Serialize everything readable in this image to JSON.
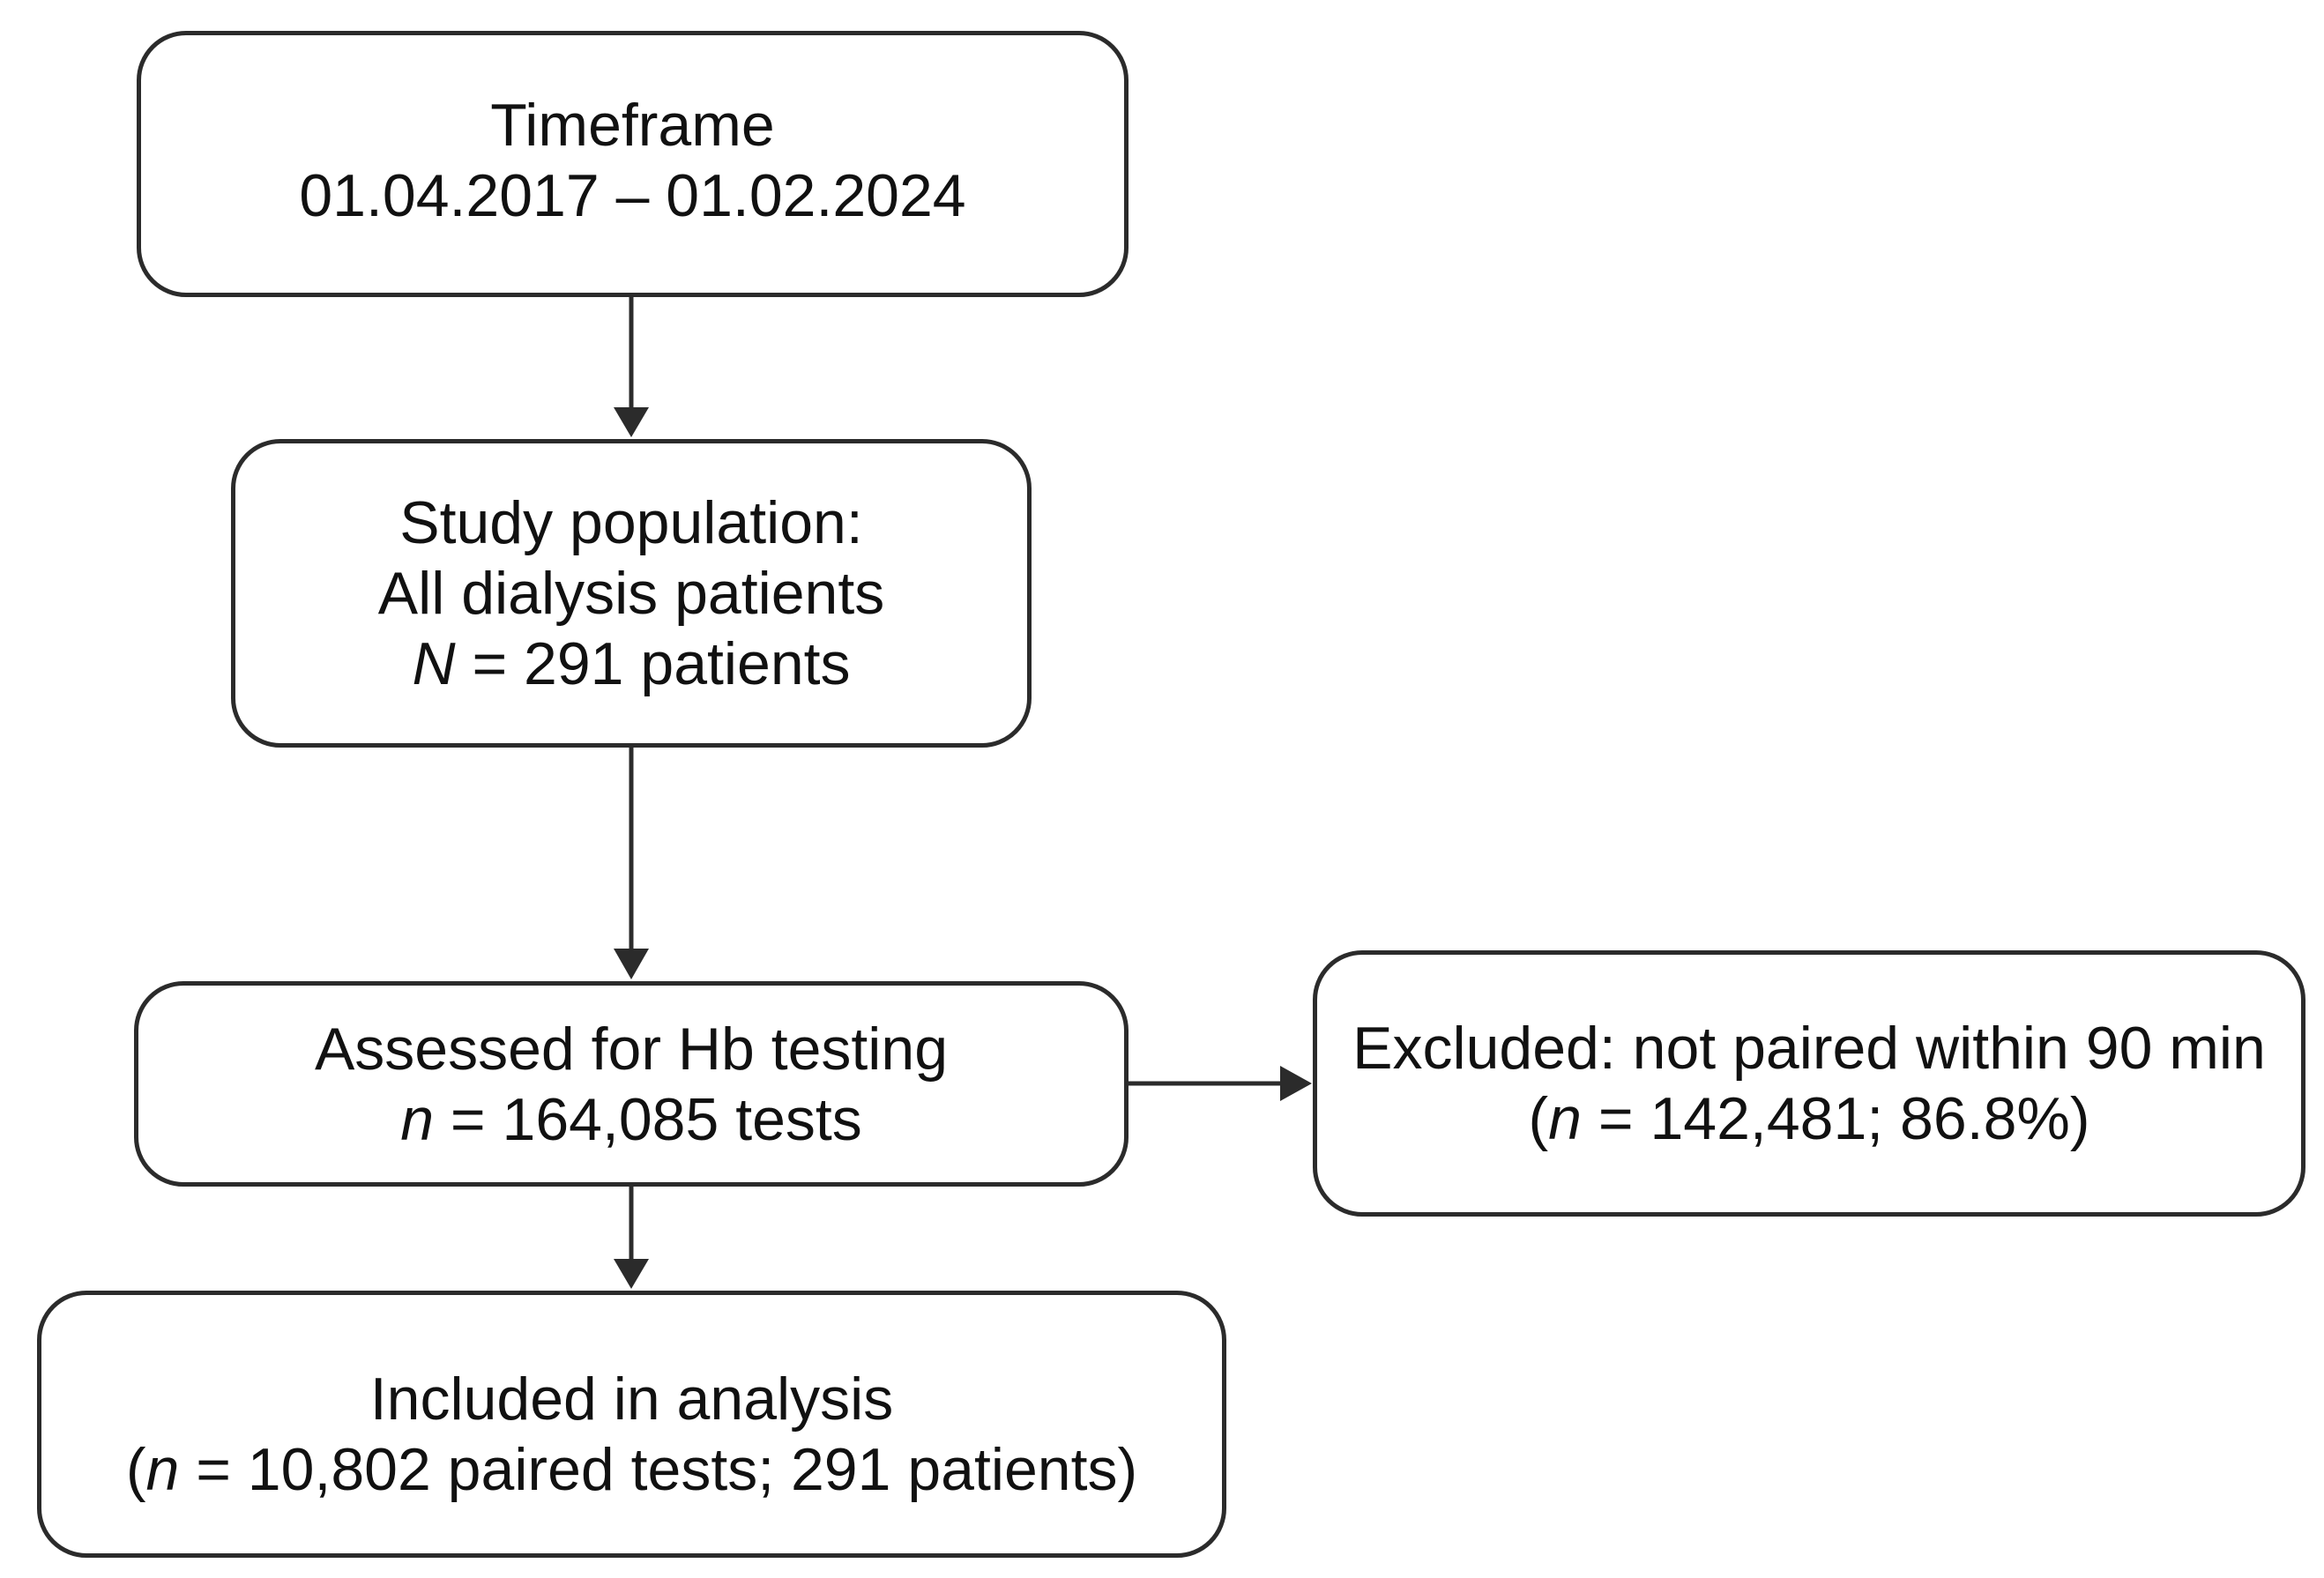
{
  "boxes": {
    "timeframe": {
      "title": "Timeframe",
      "dates": "01.04.2017 – 01.02.2024"
    },
    "population": {
      "title": "Study population:",
      "subtitle": "All dialysis patients",
      "count_var": "N",
      "count_rest": " = 291 patients"
    },
    "assessed": {
      "title": "Assessed for Hb testing",
      "count_var": "n",
      "count_rest": " = 164,085 tests"
    },
    "excluded": {
      "title": "Excluded: not paired within 90 min",
      "count_open": "(",
      "count_var": "n",
      "count_rest": " = 142,481; 86.8%)"
    },
    "included": {
      "title": "Included in analysis",
      "count_open": "(",
      "count_var": "n",
      "count_rest": " = 10,802 paired tests; 291 patients)"
    }
  },
  "colors": {
    "stroke": "#2b2b2b",
    "text": "#111111",
    "background": "#ffffff"
  }
}
